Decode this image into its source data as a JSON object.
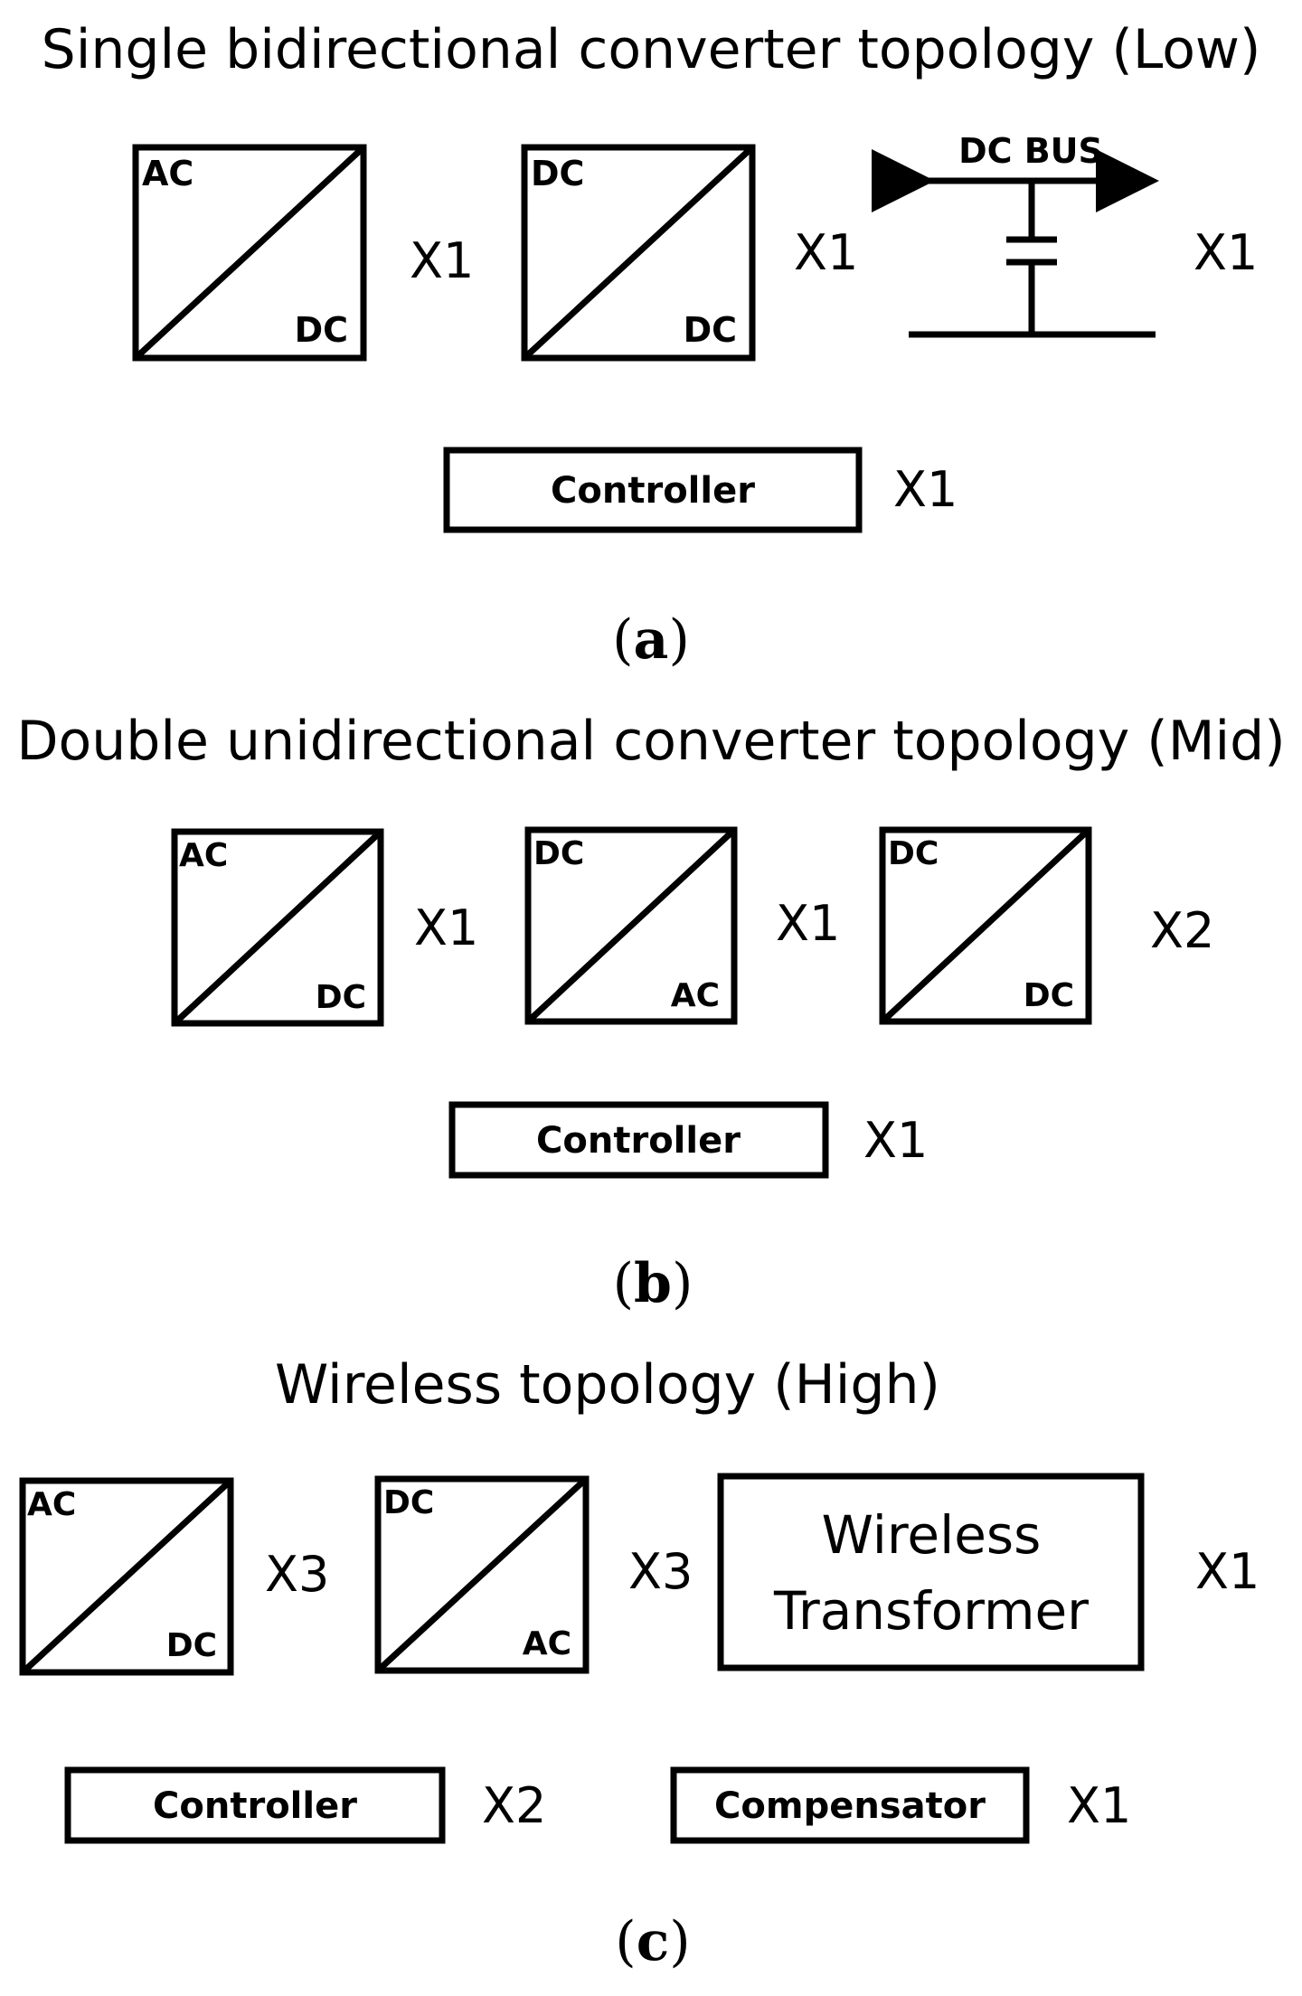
{
  "panel_a": {
    "title": "Single bidirectional converter topology (Low)",
    "conv1": {
      "top": "AC",
      "bottom": "DC",
      "mult": "X1"
    },
    "conv2": {
      "top": "DC",
      "bottom": "DC",
      "mult": "X1"
    },
    "dc_bus": {
      "label": "DC BUS",
      "mult": "X1"
    },
    "controller": {
      "label": "Controller",
      "mult": "X1"
    },
    "caption": {
      "open": "(",
      "letter": "a",
      "close": ")"
    }
  },
  "panel_b": {
    "title": "Double unidirectional converter topology (Mid)",
    "conv1": {
      "top": "AC",
      "bottom": "DC",
      "mult": "X1"
    },
    "conv2": {
      "top": "DC",
      "bottom": "AC",
      "mult": "X1"
    },
    "conv3": {
      "top": "DC",
      "bottom": "DC",
      "mult": "X2"
    },
    "controller": {
      "label": "Controller",
      "mult": "X1"
    },
    "caption": {
      "open": "(",
      "letter": "b",
      "close": ")"
    }
  },
  "panel_c": {
    "title": "Wireless topology (High)",
    "conv1": {
      "top": "AC",
      "bottom": "DC",
      "mult": "X3"
    },
    "conv2": {
      "top": "DC",
      "bottom": "AC",
      "mult": "X3"
    },
    "transformer": {
      "line1": "Wireless",
      "line2": "Transformer",
      "mult": "X1"
    },
    "controller": {
      "label": "Controller",
      "mult": "X2"
    },
    "compensator": {
      "label": "Compensator",
      "mult": "X1"
    },
    "caption": {
      "open": "(",
      "letter": "c",
      "close": ")"
    }
  }
}
